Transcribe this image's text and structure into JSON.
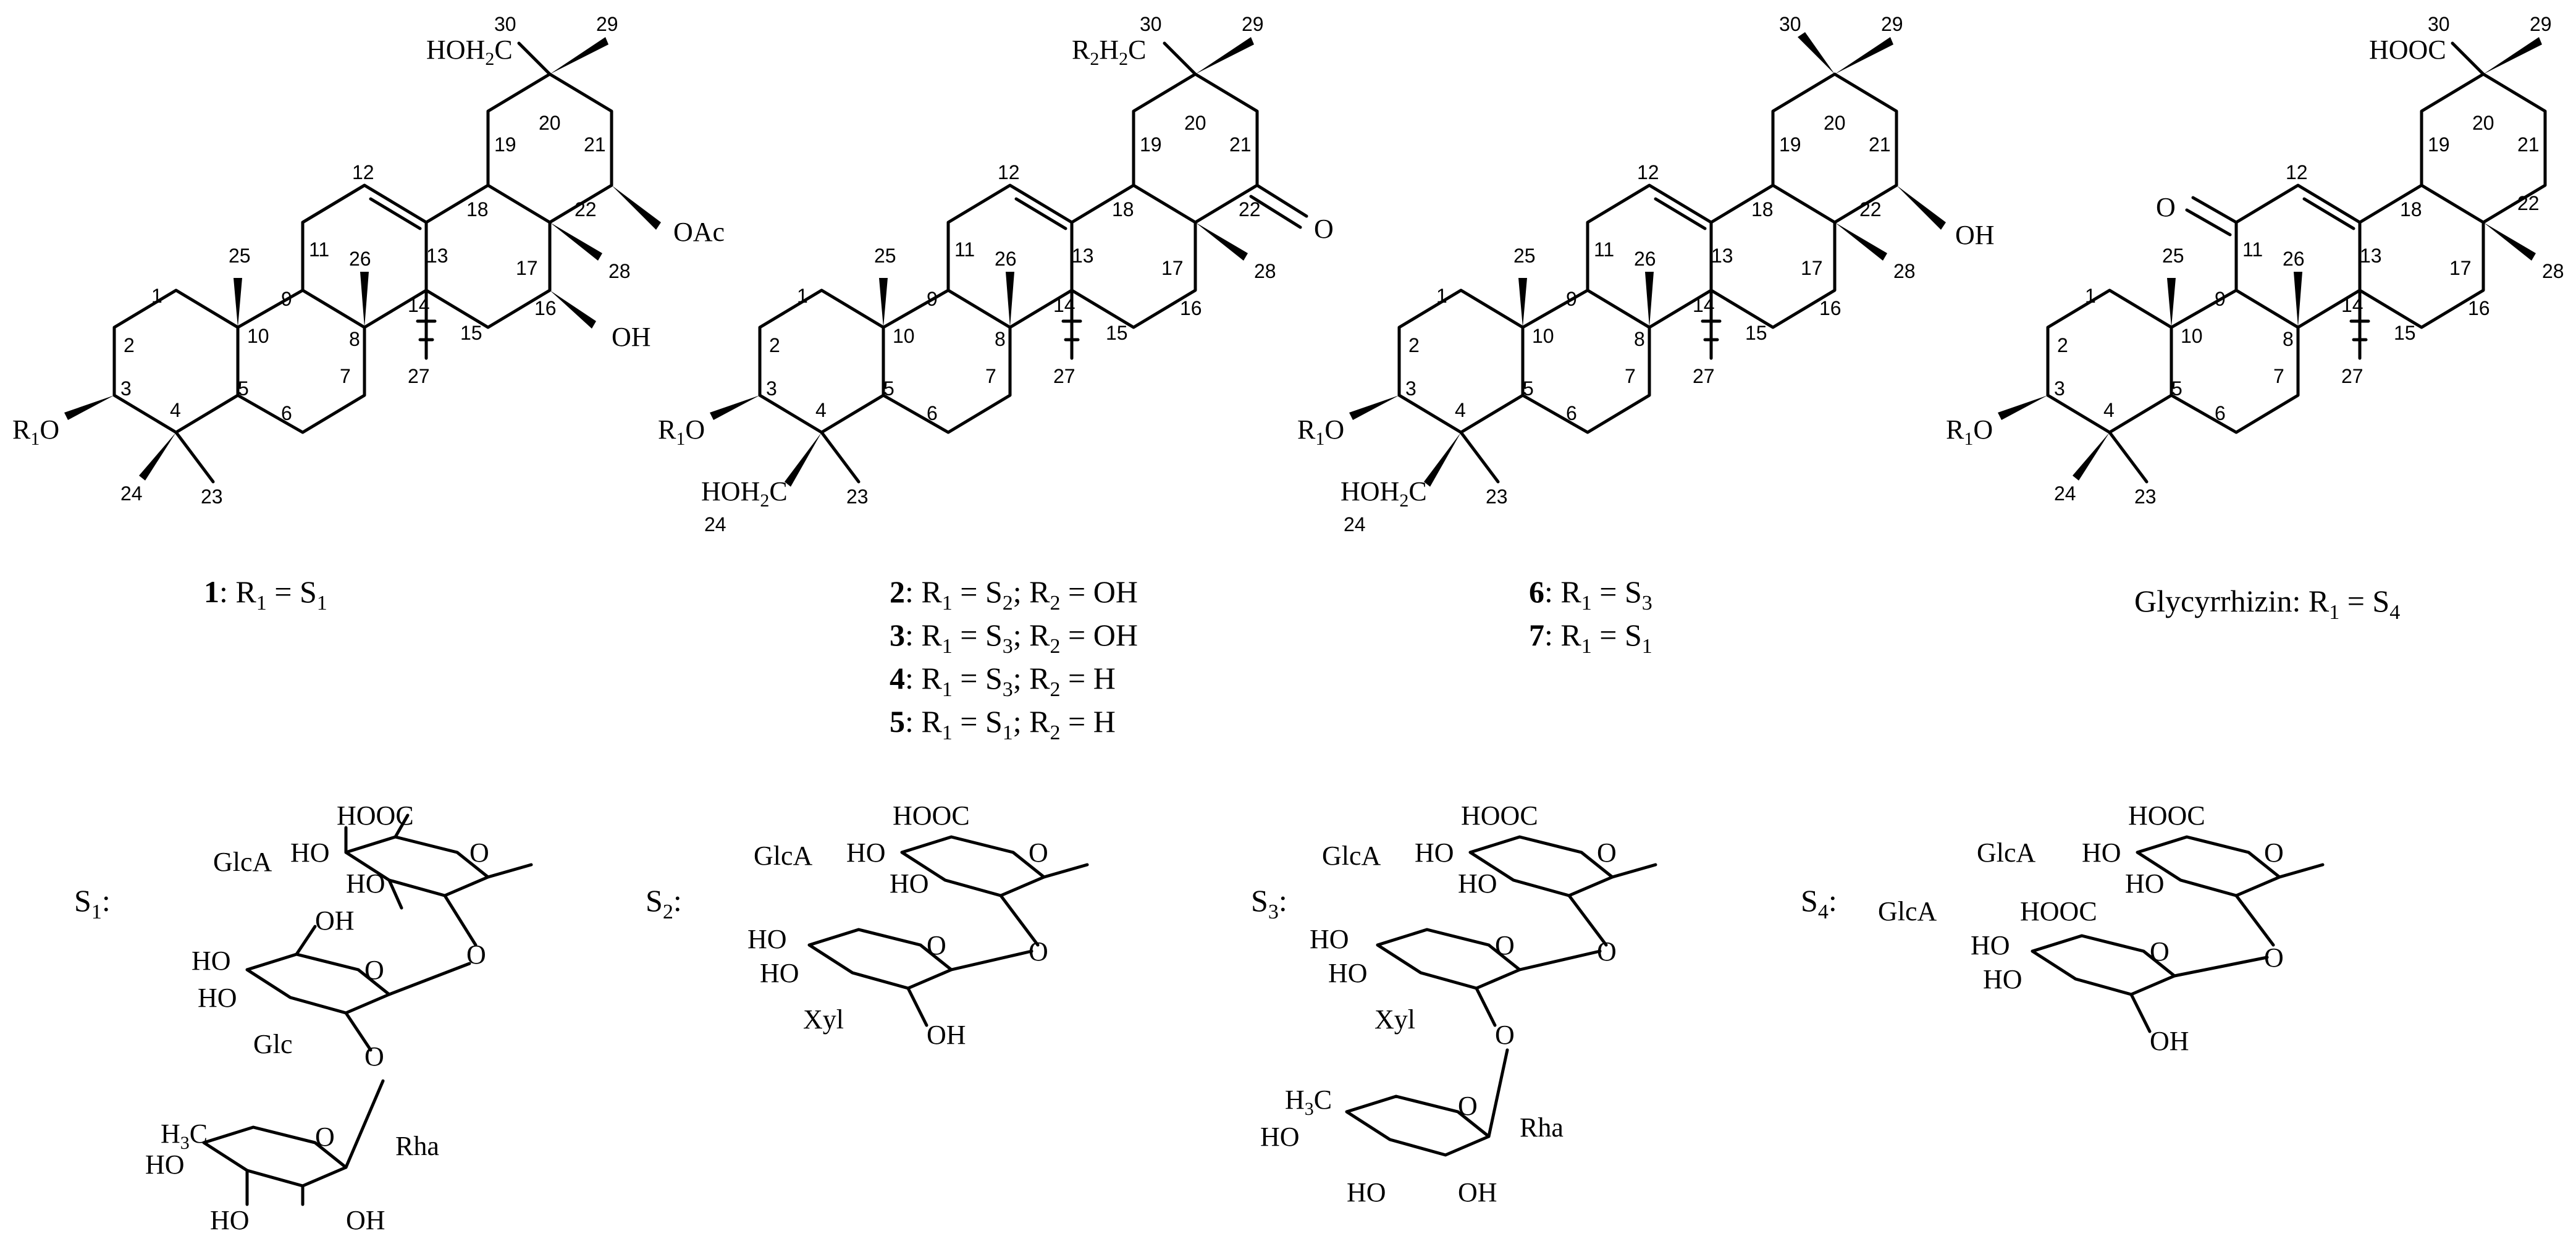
{
  "compound_1": {
    "top_group": "HOH2C",
    "top_group_plain": "HOH",
    "top_group_sub": "2",
    "top_group_c": "C",
    "c22_sub": "OAc",
    "c16_sub": "OH",
    "r_group": "R",
    "r_sub": "1",
    "r_o": "O",
    "caption_num": "1",
    "caption_rest": ": R",
    "caption_sub": "1",
    "caption_eq": " = S",
    "caption_eq_sub": "1",
    "atom_labels": [
      "30",
      "29",
      "20",
      "19",
      "21",
      "22",
      "12",
      "18",
      "11",
      "13",
      "17",
      "25",
      "26",
      "28",
      "16",
      "9",
      "14",
      "1",
      "10",
      "8",
      "15",
      "2",
      "7",
      "27",
      "3",
      "5",
      "6",
      "4",
      "24",
      "23"
    ]
  },
  "compound_2_5": {
    "top_group_r": "R",
    "top_group_r_sub": "2",
    "top_group_h": "H",
    "top_group_h_sub": "2",
    "top_group_c": "C",
    "ketone_o": "O",
    "c24_group": "HOH",
    "c24_sub": "2",
    "c24_c": "C",
    "r_group": "R",
    "r_sub": "1",
    "r_o": "O",
    "captions": [
      {
        "num": "2",
        "text": ": R",
        "s1": "1",
        "eq": " = S",
        "s2": "2",
        "r2": "; R",
        "s3": "2",
        "tail": " = OH"
      },
      {
        "num": "3",
        "text": ": R",
        "s1": "1",
        "eq": " = S",
        "s2": "3",
        "r2": "; R",
        "s3": "2",
        "tail": " = OH"
      },
      {
        "num": "4",
        "text": ": R",
        "s1": "1",
        "eq": " = S",
        "s2": "3",
        "r2": "; R",
        "s3": "2",
        "tail": " = H"
      },
      {
        "num": "5",
        "text": ": R",
        "s1": "1",
        "eq": " = S",
        "s2": "1",
        "r2": "; R",
        "s3": "2",
        "tail": " = H"
      }
    ]
  },
  "compound_6_7": {
    "c22_sub": "OH",
    "c24_group": "HOH",
    "c24_sub": "2",
    "c24_c": "C",
    "r_group": "R",
    "r_sub": "1",
    "r_o": "O",
    "captions": [
      {
        "num": "6",
        "text": ": R",
        "s1": "1",
        "eq": " = S",
        "s2": "3"
      },
      {
        "num": "7",
        "text": ": R",
        "s1": "1",
        "eq": " = S",
        "s2": "1"
      }
    ]
  },
  "glycyrrhizin": {
    "top_group": "HOOC",
    "ketone_o": "O",
    "r_group": "R",
    "r_sub": "1",
    "r_o": "O",
    "caption_text": "Glycyrrhizin: R",
    "caption_sub": "1",
    "caption_eq": " = S",
    "caption_eq_sub": "4"
  },
  "sugars": {
    "s1": {
      "label": "S",
      "sub": "1",
      "colon": ":",
      "units": [
        "GlcA",
        "Glc",
        "Rha"
      ]
    },
    "s2": {
      "label": "S",
      "sub": "2",
      "colon": ":",
      "units": [
        "GlcA",
        "Xyl"
      ]
    },
    "s3": {
      "label": "S",
      "sub": "3",
      "colon": ":",
      "units": [
        "GlcA",
        "Xyl",
        "Rha"
      ]
    },
    "s4": {
      "label": "S",
      "sub": "4",
      "colon": ":",
      "units": [
        "GlcA",
        "GlcA"
      ]
    }
  },
  "groups": {
    "hooc": "HOOC",
    "ho": "HO",
    "oh": "OH",
    "o": "O",
    "h3c": "H",
    "h3c_sub": "3",
    "h3c_c": "C"
  }
}
